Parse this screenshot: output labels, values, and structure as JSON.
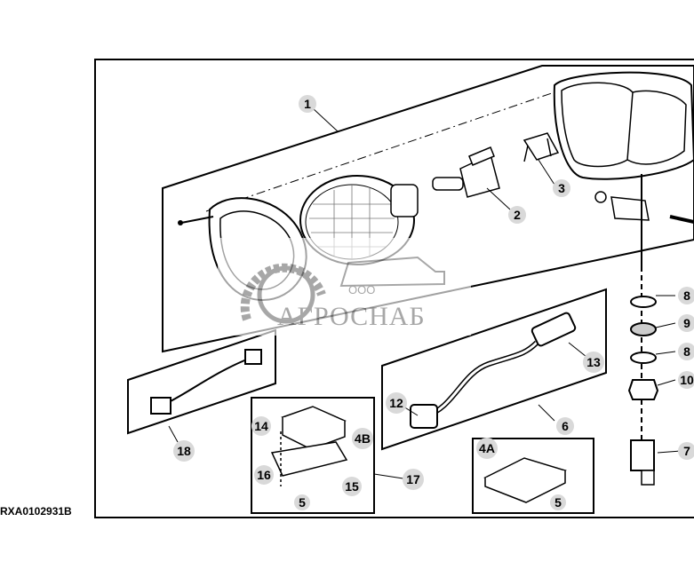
{
  "figure_ref": "RXA0102931B",
  "watermark": {
    "prefix": "ООО",
    "name": "АГРОСНАБ",
    "color": "#8a8a8a"
  },
  "colors": {
    "line": "#000000",
    "callout_fill": "#d9d9d9",
    "background": "#ffffff"
  },
  "callouts": [
    {
      "key": "c1",
      "label": "1"
    },
    {
      "key": "c2",
      "label": "2"
    },
    {
      "key": "c3",
      "label": "3"
    },
    {
      "key": "c4A",
      "label": "4A"
    },
    {
      "key": "c4B",
      "label": "4B"
    },
    {
      "key": "c5a",
      "label": "5"
    },
    {
      "key": "c5b",
      "label": "5"
    },
    {
      "key": "c6",
      "label": "6"
    },
    {
      "key": "c7",
      "label": "7"
    },
    {
      "key": "c8a",
      "label": "8"
    },
    {
      "key": "c8b",
      "label": "8"
    },
    {
      "key": "c9",
      "label": "9"
    },
    {
      "key": "c10",
      "label": "10"
    },
    {
      "key": "c12",
      "label": "12"
    },
    {
      "key": "c13",
      "label": "13"
    },
    {
      "key": "c14",
      "label": "14"
    },
    {
      "key": "c15",
      "label": "15"
    },
    {
      "key": "c16",
      "label": "16"
    },
    {
      "key": "c17",
      "label": "17"
    },
    {
      "key": "c18",
      "label": "18"
    }
  ]
}
